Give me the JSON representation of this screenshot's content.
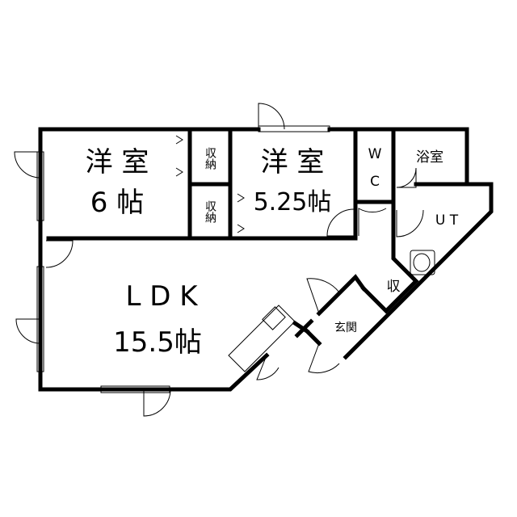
{
  "rooms": {
    "western1": {
      "name": "洋 室",
      "size": "6 帖"
    },
    "storage1": "収納",
    "storage2": "収納",
    "western2": {
      "name": "洋 室",
      "size": "5.25帖"
    },
    "wc_top": "W",
    "wc_bottom": "C",
    "bath": "浴室",
    "utility": "U T",
    "ldk": {
      "name": "L D K",
      "size": "15.5帖"
    },
    "closet": "収",
    "entrance": "玄関"
  }
}
